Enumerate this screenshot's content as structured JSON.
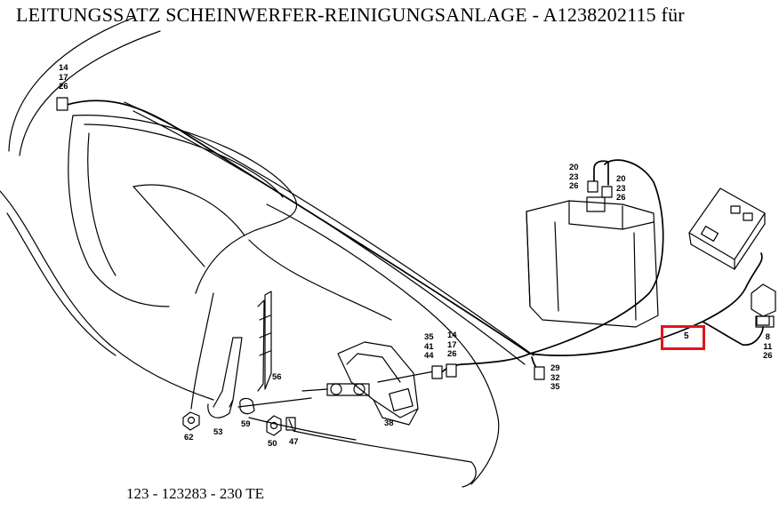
{
  "title": "LEITUNGSSATZ SCHEINWERFER-REINIGUNGSANLAGE - A1238202115 für",
  "footer": "123 - 123283 - 230 TE",
  "highlight_color": "#e0141c",
  "highlighted_part": "5",
  "callouts": {
    "c14_17_26_top": "14\n17\n26",
    "c20_23_26_a": "20\n23\n26",
    "c20_23_26_b": "20\n23\n26",
    "c8_11_26": "8\n11\n26",
    "c35_41_44": "35\n41\n44",
    "c14_17_26_mid": "14\n17\n26",
    "c29_32_35": "29\n32\n35",
    "c56": "56",
    "c38": "38",
    "c62": "62",
    "c53": "53",
    "c59": "59",
    "c50": "50",
    "c47": "47"
  }
}
